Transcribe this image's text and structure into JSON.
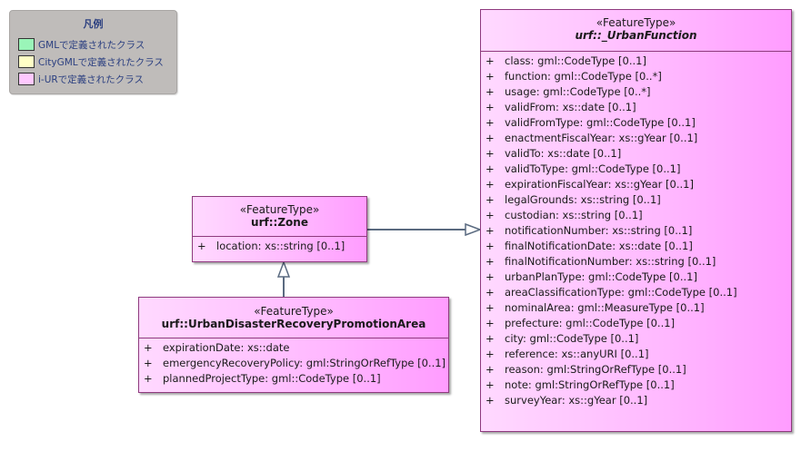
{
  "legend": {
    "title": "凡例",
    "items": [
      {
        "label": "GMLで定義されたクラス",
        "color": "#9af5b8"
      },
      {
        "label": "CityGMLで定義されたクラス",
        "color": "#ffffc6"
      },
      {
        "label": "i-URで定義されたクラス",
        "color": "#ffc8ff"
      }
    ]
  },
  "zone": {
    "stereotype": "«FeatureType»",
    "name": "urf::Zone",
    "attributes": [
      {
        "visibility": "+",
        "text": "location: xs::string [0..1]"
      }
    ]
  },
  "disaster": {
    "stereotype": "«FeatureType»",
    "name": "urf::UrbanDisasterRecoveryPromotionArea",
    "attributes": [
      {
        "visibility": "+",
        "text": "expirationDate: xs::date"
      },
      {
        "visibility": "+",
        "text": "emergencyRecoveryPolicy: gml:StringOrRefType [0..1]"
      },
      {
        "visibility": "+",
        "text": "plannedProjectType: gml::CodeType [0..1]"
      }
    ]
  },
  "urban_function": {
    "stereotype": "«FeatureType»",
    "name": "urf::_UrbanFunction",
    "attributes": [
      {
        "visibility": "+",
        "text": "class: gml::CodeType [0..1]"
      },
      {
        "visibility": "+",
        "text": "function: gml::CodeType [0..*]"
      },
      {
        "visibility": "+",
        "text": "usage: gml::CodeType [0..*]"
      },
      {
        "visibility": "+",
        "text": "validFrom: xs::date [0..1]"
      },
      {
        "visibility": "+",
        "text": "validFromType: gml::CodeType [0..1]"
      },
      {
        "visibility": "+",
        "text": "enactmentFiscalYear: xs::gYear [0..1]"
      },
      {
        "visibility": "+",
        "text": "validTo: xs::date [0..1]"
      },
      {
        "visibility": "+",
        "text": "validToType: gml::CodeType [0..1]"
      },
      {
        "visibility": "+",
        "text": "expirationFiscalYear: xs::gYear [0..1]"
      },
      {
        "visibility": "+",
        "text": "legalGrounds: xs::string [0..1]"
      },
      {
        "visibility": "+",
        "text": "custodian: xs::string [0..1]"
      },
      {
        "visibility": "+",
        "text": "notificationNumber: xs::string [0..1]"
      },
      {
        "visibility": "+",
        "text": "finalNotificationDate: xs::date [0..1]"
      },
      {
        "visibility": "+",
        "text": "finalNotificationNumber: xs::string [0..1]"
      },
      {
        "visibility": "+",
        "text": "urbanPlanType: gml::CodeType [0..1]"
      },
      {
        "visibility": "+",
        "text": "areaClassificationType: gml::CodeType [0..1]"
      },
      {
        "visibility": "+",
        "text": "nominalArea: gml::MeasureType [0..1]"
      },
      {
        "visibility": "+",
        "text": "prefecture: gml::CodeType [0..1]"
      },
      {
        "visibility": "+",
        "text": "city: gml::CodeType [0..1]"
      },
      {
        "visibility": "+",
        "text": "reference: xs::anyURI [0..1]"
      },
      {
        "visibility": "+",
        "text": "reason: gml:StringOrRefType [0..1]"
      },
      {
        "visibility": "+",
        "text": "note: gml:StringOrRefType [0..1]"
      },
      {
        "visibility": "+",
        "text": "surveyYear: xs::gYear [0..1]"
      }
    ]
  },
  "colors": {
    "class_fill_light": "#ffd9ff",
    "class_fill_dark": "#ff9cff",
    "class_border": "#8e3a7e",
    "connector": "#5a6a80",
    "legend_bg": "#bfbcba",
    "legend_text": "#2b3f80"
  }
}
